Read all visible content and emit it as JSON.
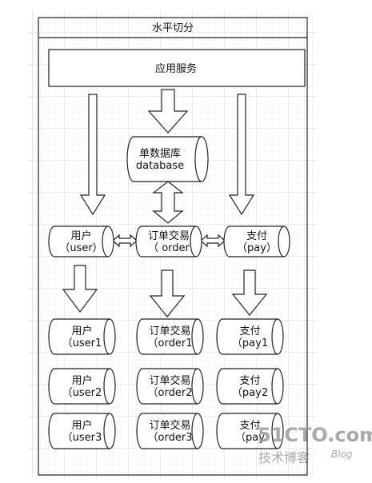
{
  "title": "水平切分",
  "app_service": "应用服务",
  "database": {
    "line1": "单数据库",
    "line2": "database"
  },
  "main_row": [
    {
      "line1": "用户",
      "line2": "（user）"
    },
    {
      "line1": "订单交易",
      "line2": "（ order"
    },
    {
      "line1": "支付",
      "line2": "（pay）"
    }
  ],
  "shard_rows": [
    [
      {
        "line1": "用户",
        "line2": "（user1"
      },
      {
        "line1": "订单交易",
        "line2": "（order1"
      },
      {
        "line1": "支付",
        "line2": "（pay1"
      }
    ],
    [
      {
        "line1": "用户",
        "line2": "（user2"
      },
      {
        "line1": "订单交易",
        "line2": "（order2"
      },
      {
        "line1": "支付",
        "line2": "（pay2"
      }
    ],
    [
      {
        "line1": "用户",
        "line2": "（user3"
      },
      {
        "line1": "订单交易",
        "line2": "（order3"
      },
      {
        "line1": "支付",
        "line2": "（pay"
      }
    ]
  ],
  "watermark": {
    "brand": "51CTO.com",
    "sub": "技术博客",
    "blog": "Blog"
  }
}
